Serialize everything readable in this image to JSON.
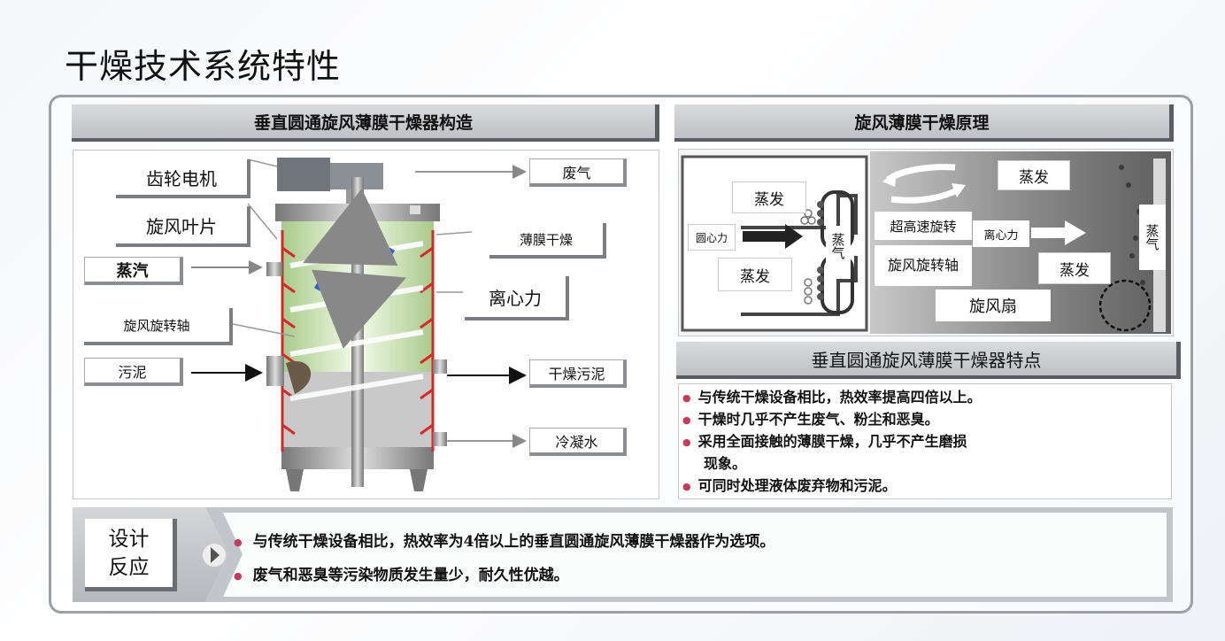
{
  "page": {
    "title": "干燥技术系统特性"
  },
  "left_section": {
    "header": "垂直圆通旋风薄膜干燥器构造",
    "labels": {
      "gear_motor": "齿轮电机",
      "cyclone_blade": "旋风叶片",
      "steam": "蒸汽",
      "cyclone_shaft": "旋风旋转轴",
      "sludge": "污泥",
      "exhaust": "废气",
      "film_drying": "薄膜干燥",
      "centrifugal": "离心力",
      "dried_sludge": "干燥污泥",
      "condensate": "冷凝水"
    }
  },
  "right_section": {
    "header": "旋风薄膜干燥原理",
    "labels": {
      "evap1": "蒸发",
      "centripetal": "圆心力",
      "vapor1": "蒸气",
      "evap2": "蒸发",
      "high_speed": "超高速旋转",
      "centrifugal": "离心力",
      "shaft": "旋风旋转轴",
      "evap3": "蒸发",
      "evap4": "蒸发",
      "vapor2": "蒸气",
      "fan": "旋风扇"
    }
  },
  "features": {
    "header": "垂直圆通旋风薄膜干燥器特点",
    "items": [
      "与传统干燥设备相比，热效率提高四倍以上。",
      "干燥时几乎不产生废气、粉尘和恶臭。",
      "采用全面接触的薄膜干燥，几乎不产生磨损",
      "现象。",
      "可同时处理液体废弃物和污泥。"
    ]
  },
  "design": {
    "label_line1": "设计",
    "label_line2": "反应",
    "items": [
      "与传统干燥设备相比，热效率为4倍以上的垂直圆通旋风薄膜干燥器作为选项。",
      "废气和恶臭等污染物质发生量少，耐久性优越。"
    ]
  }
}
